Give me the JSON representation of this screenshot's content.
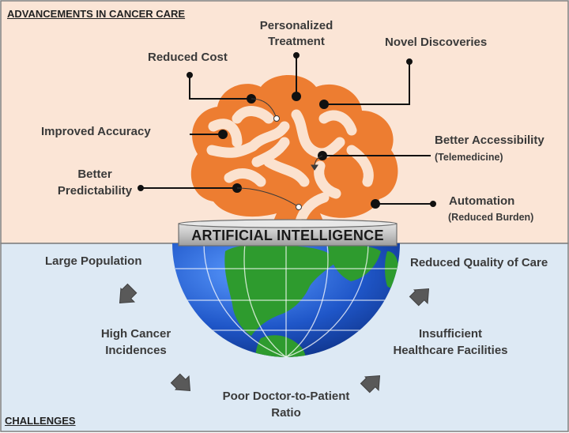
{
  "sections": {
    "top_title": "ADVANCEMENTS IN CANCER CARE",
    "bottom_title": "CHALLENGES"
  },
  "center_label": "ARTIFICIAL INTELLIGENCE",
  "advancements": {
    "personalized_1": "Personalized",
    "personalized_2": "Treatment",
    "novel": "Novel Discoveries",
    "reduced_cost": "Reduced Cost",
    "improved_accuracy": "Improved Accuracy",
    "accessibility": "Better Accessibility",
    "accessibility_sub": "(Telemedicine)",
    "predictability_1": "Better",
    "predictability_2": "Predictability",
    "automation": "Automation",
    "automation_sub": "(Reduced Burden)"
  },
  "challenges": {
    "large_population": "Large Population",
    "high_cancer_1": "High Cancer",
    "high_cancer_2": "Incidences",
    "poor_ratio_1": "Poor Doctor-to-Patient",
    "poor_ratio_2": "Ratio",
    "insufficient_1": "Insufficient",
    "insufficient_2": "Healthcare Facilities",
    "reduced_quality": "Reduced Quality of Care"
  },
  "colors": {
    "top_bg": "#fbe5d6",
    "bottom_bg": "#dde9f4",
    "brain": "#ed7d31",
    "brain_folds": "#fbe2cf",
    "ocean": "#1f56c8",
    "land": "#2e9b2e",
    "arrow": "#595959"
  }
}
